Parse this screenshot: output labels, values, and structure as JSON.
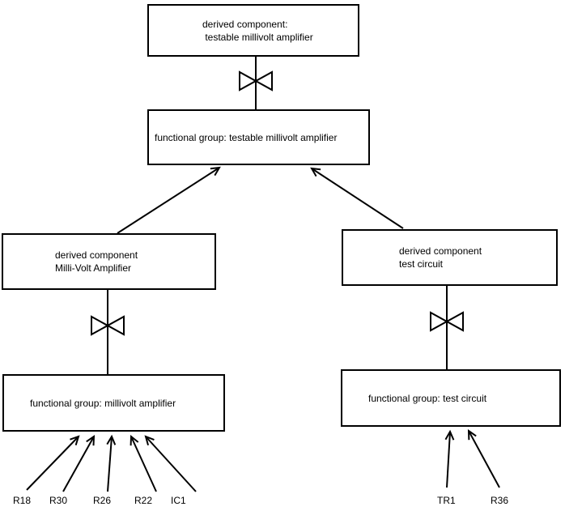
{
  "colors": {
    "background": "#ffffff",
    "line": "#000000",
    "text": "#000000"
  },
  "nodes": {
    "derived_testable": {
      "line1": "derived component:",
      "line2": " testable millivolt amplifier"
    },
    "func_testable": {
      "label": "functional group: testable millivolt amplifier"
    },
    "derived_mva": {
      "line1": "derived component",
      "line2": "Milli-Volt Amplifier"
    },
    "derived_test": {
      "line1": "derived component",
      "line2": "test circuit"
    },
    "func_mva": {
      "label": "functional group: millivolt amplifier"
    },
    "func_test": {
      "label": "functional group: test circuit"
    }
  },
  "components": {
    "r18": "R18",
    "r30": "R30",
    "r26": "R26",
    "r22": "R22",
    "ic1": "IC1",
    "tr1": "TR1",
    "r36": "R36"
  }
}
